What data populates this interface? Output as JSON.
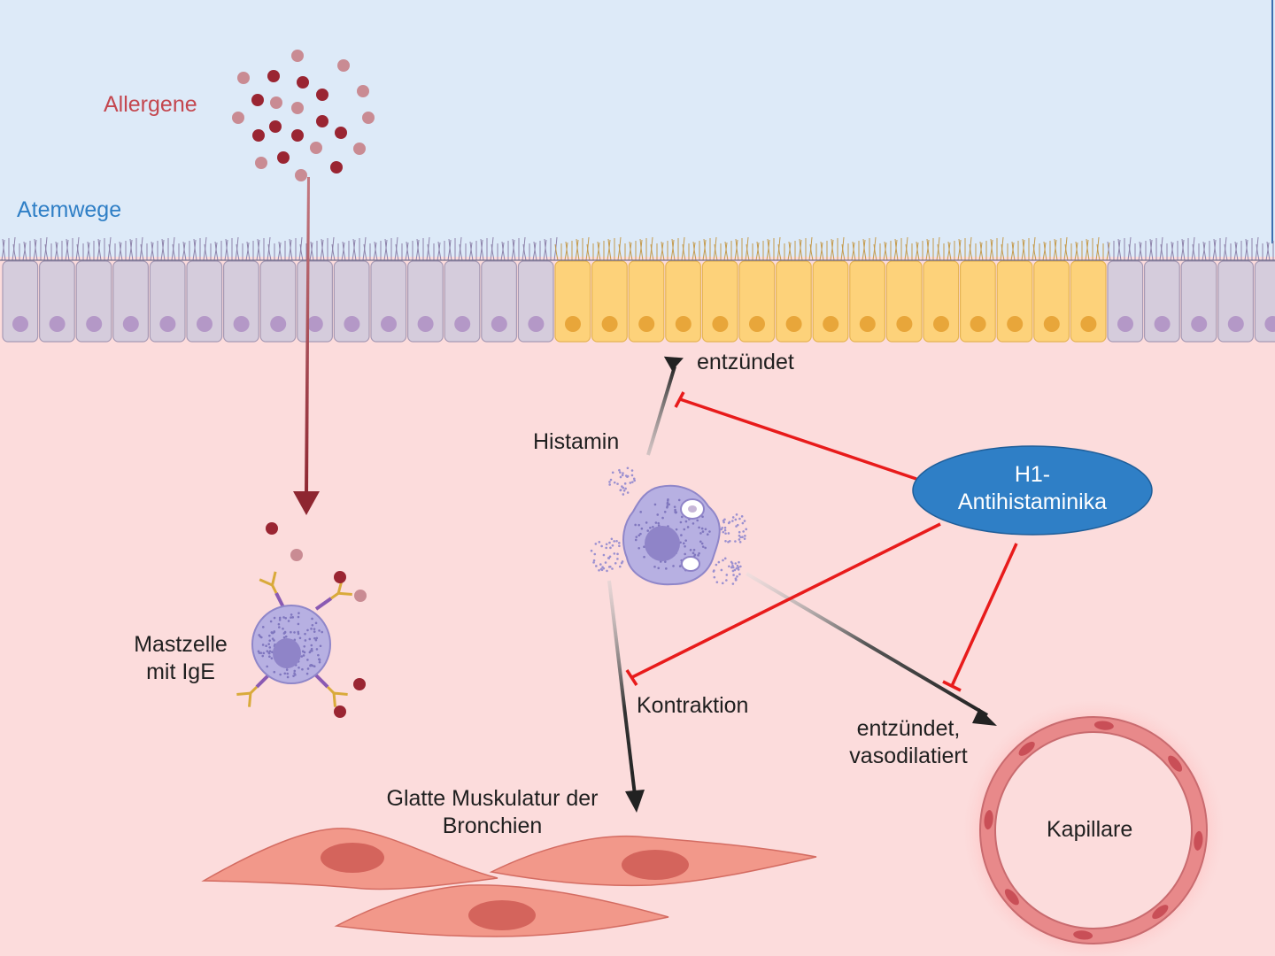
{
  "labels": {
    "allergens": "Allergene",
    "airway": "Atemwege",
    "inflamed_epithelium": "entzündet",
    "histamine": "Histamin",
    "mast_cell_line1": "Mastzelle",
    "mast_cell_line2": "mit IgE",
    "contraction": "Kontraktion",
    "capillary_effect_line1": "entzündet,",
    "capillary_effect_line2": "vasodilatiert",
    "smooth_muscle_line1": "Glatte Muskulatur der",
    "smooth_muscle_line2": "Bronchien",
    "capillary": "Kapillare",
    "drug_line1": "H1-",
    "drug_line2": "Antihistaminika"
  },
  "colors": {
    "airway_bg": "#ddeaf8",
    "tissue_bg": "#fcdcdc",
    "normal_cell": "#d5ccdc",
    "inflamed_cell": "#fdd27a",
    "allergen_dark": "#9a2532",
    "allergen_light": "#c98b93",
    "arrow_dark": "#222222",
    "allergen_arrow": "#8e2630",
    "inhibition": "#e81b1b",
    "drug_ellipse": "#2f7fc6",
    "mast_cell": "#b7b0e2",
    "igE": "#d9aa3a",
    "muscle": "#f2988a",
    "capillary_wall": "#e8898a"
  }
}
